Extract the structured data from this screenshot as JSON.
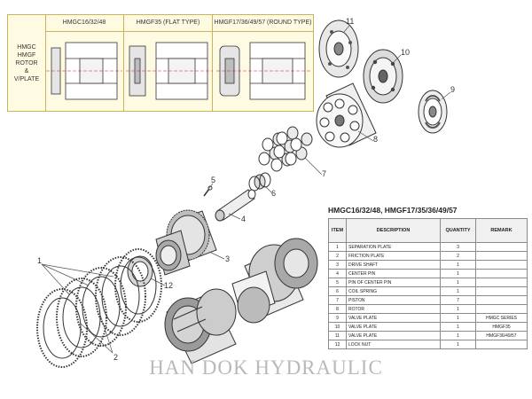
{
  "rotor_panel": {
    "side_label_lines": [
      "HMGC",
      "HMGF",
      "ROTOR",
      "&",
      "V/PLATE"
    ],
    "columns": [
      "HMGC16/32/48",
      "HMGF35 (FLAT TYPE)",
      "HMGF17/36/49/57 (ROUND TYPE)"
    ]
  },
  "callouts": [
    "1",
    "2",
    "3",
    "4",
    "5",
    "6",
    "7",
    "8",
    "9",
    "10",
    "11",
    "12"
  ],
  "parts_table": {
    "title": "HMGC16/32/48, HMGF17/35/36/49/57",
    "headers": [
      "ITEM",
      "DESCRIPTION",
      "QUANTITY",
      "REMARK"
    ],
    "rows": [
      [
        "1",
        "SEPARATION PLATE",
        "3",
        ""
      ],
      [
        "2",
        "FRICTION PLATE",
        "2",
        ""
      ],
      [
        "3",
        "DRIVE SHAFT",
        "1",
        ""
      ],
      [
        "4",
        "CENTER PIN",
        "1",
        ""
      ],
      [
        "5",
        "PIN OF CENTER PIN",
        "1",
        ""
      ],
      [
        "6",
        "COIL SPRING",
        "1",
        ""
      ],
      [
        "7",
        "PISTON",
        "7",
        ""
      ],
      [
        "8",
        "ROTOR",
        "1",
        ""
      ],
      [
        "9",
        "VALVE PLATE",
        "1",
        "HMGC SERIES"
      ],
      [
        "10",
        "VALVE PLATE",
        "1",
        "HMGF35"
      ],
      [
        "11",
        "VALVE PLATE",
        "1",
        "HMGF36/49/57"
      ],
      [
        "12",
        "LOCK NUT",
        "1",
        ""
      ]
    ]
  },
  "watermark": "HAN DOK HYDRAULIC"
}
